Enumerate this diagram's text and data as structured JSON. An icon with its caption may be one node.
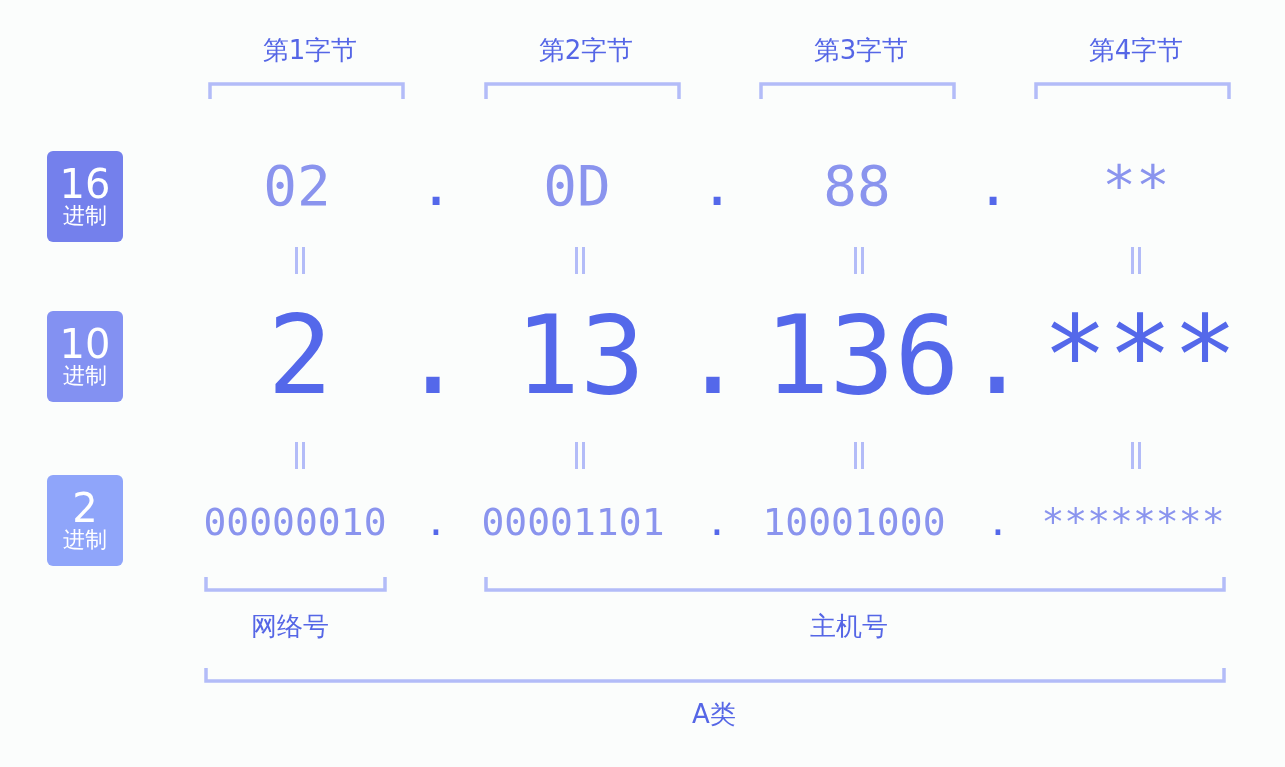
{
  "diagram": {
    "nodes": [
      {
        "text": [
          "16",
          "进制"
        ]
      },
      {
        "text": [
          "10",
          "进制"
        ]
      },
      {
        "text": [
          "2",
          "进制"
        ]
      }
    ],
    "labels": [
      "第1字节",
      "第2字节",
      "第3字节",
      "第4字节",
      "02",
      ".",
      "0D",
      ".",
      "88",
      ".",
      "**",
      "2",
      ".",
      "13",
      ".",
      "136",
      ".",
      "***",
      "00000010",
      ".",
      "00001101",
      ".",
      "10001000",
      ".",
      "********",
      "网络号",
      "主机号",
      "A类"
    ]
  }
}
